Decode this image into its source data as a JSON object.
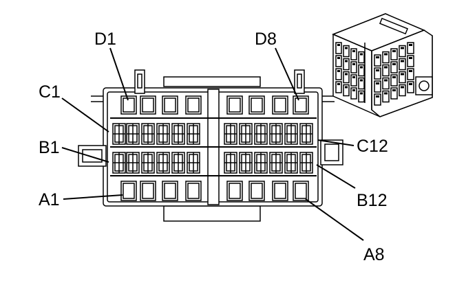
{
  "diagram": {
    "labels": {
      "d1": "D1",
      "d8": "D8",
      "c1": "C1",
      "b1": "B1",
      "a1": "A1",
      "c12": "C12",
      "b12": "B12",
      "a8": "A8"
    }
  }
}
